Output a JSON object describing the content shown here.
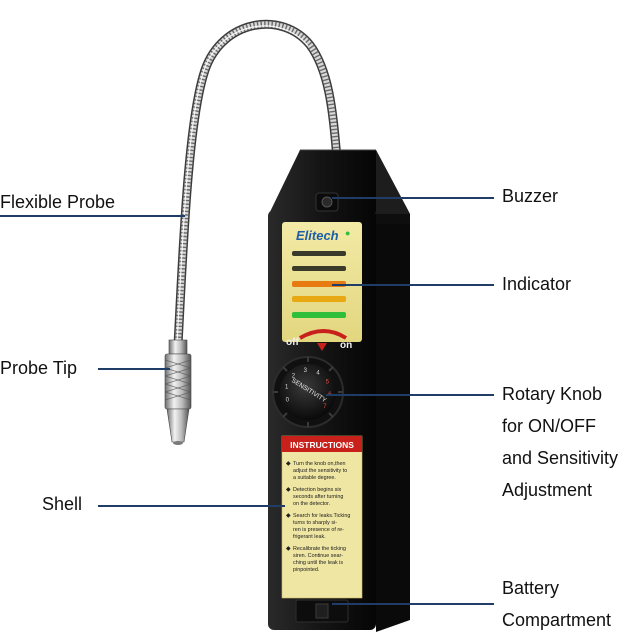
{
  "labels": {
    "flexible_probe": "Flexible Probe",
    "probe_tip": "Probe Tip",
    "shell": "Shell",
    "buzzer": "Buzzer",
    "indicator": "Indicator",
    "rotary_knob": [
      "Rotary Knob",
      "for ON/OFF",
      "and Sensitivity",
      "Adjustment"
    ],
    "battery": [
      "Battery",
      "Compartment"
    ]
  },
  "device": {
    "brand": "Elitech",
    "off_label": "off",
    "on_label": "on",
    "knob_label": "SENSITIVITY",
    "knob_numbers": [
      "0",
      "1",
      "2",
      "3",
      "4",
      "5",
      "6",
      "7"
    ],
    "instructions_title": "INSTRUCTIONS",
    "instructions": [
      [
        "Turn the knob on,then",
        "adjust the sensitivity to",
        "a suitable degree."
      ],
      [
        "Detection begins six",
        "seconds after turning",
        "on the detector."
      ],
      [
        "Search for leaks.Ticking",
        "turns to sharply si-",
        "ren is presence of re-",
        "frigerant leak."
      ],
      [
        "Recalibrate the ticking",
        "siren. Continue sear-",
        "ching until the leak is",
        "pinpointed."
      ]
    ]
  },
  "colors": {
    "callout_line": "#1f3d66",
    "body": "#151515",
    "panel": "#ede39a",
    "instructions_header": "#c8201b",
    "led_off": "#3a3a2a",
    "led_orange": "#e87a12",
    "led_green": "#2fbf3a"
  }
}
